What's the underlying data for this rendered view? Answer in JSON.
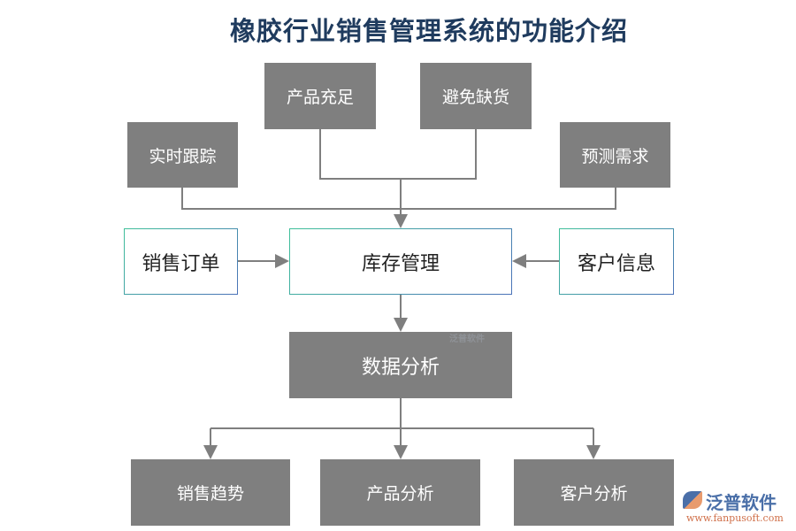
{
  "title": "橡胶行业销售管理系统的功能介绍",
  "nodes": {
    "product_sufficient": "产品充足",
    "avoid_shortage": "避免缺货",
    "realtime_tracking": "实时跟踪",
    "forecast_demand": "预测需求",
    "sales_order": "销售订单",
    "inventory_management": "库存管理",
    "customer_info": "客户信息",
    "data_analysis": "数据分析",
    "sales_trend": "销售趋势",
    "product_analysis": "产品分析",
    "customer_analysis": "客户分析"
  },
  "watermark": "泛普软件",
  "logo": {
    "name": "泛普软件",
    "url": "www.fanpusoft.com"
  },
  "colors": {
    "dark_box": "#7f7f7f",
    "title": "#1f3b5e",
    "border_start": "#3fc09a",
    "border_end": "#4a72b8",
    "line": "#7f7f7f"
  }
}
